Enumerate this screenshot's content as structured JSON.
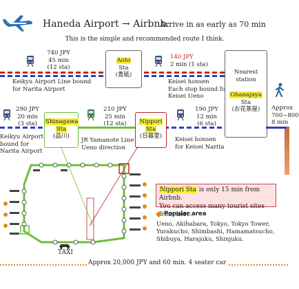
{
  "header": {
    "title": "Haneda Airport → Airbnb.",
    "arrive": "Arrive in as early as 70 min",
    "subtitle": "This is the simple and recommended route I think."
  },
  "top_route": {
    "seg1": {
      "price": "740 JPY",
      "time": "45 min",
      "stops": "(12 sta)",
      "line1": "Keikyu Airport Line bound",
      "line2": "for Narita Airport"
    },
    "aoto": {
      "name": "Aoto",
      "label": "Sta",
      "jp": "(青砥)"
    },
    "seg2": {
      "price": "140 JPY",
      "time": "2 min (1 sta)",
      "line1": "Keisei honsen",
      "line2": "Each stop bound for",
      "line3": "Keisei Ueno"
    }
  },
  "ohanajaya": {
    "pre1": "Nearest",
    "pre2": "station",
    "name": "Ohanajaya",
    "label": "Sta",
    "jp": "(お花茶屋)"
  },
  "walk": {
    "line1": "Approx",
    "line2": "700~800",
    "line3": "8 min"
  },
  "bottom_route": {
    "seg1": {
      "price": "290 JPY",
      "time": "20 min",
      "stops": "(3 sta)",
      "line1": "Keikyu Airport Line",
      "line2": "bound for",
      "line3": "Narita Airport"
    },
    "shinagawa": {
      "name": "Shinagawa",
      "label": "Sta",
      "jp": "(品川)"
    },
    "seg2": {
      "price": "210 JPY",
      "time": "25 min",
      "stops": "(12 sta)",
      "line1": "JR Yamanote Line",
      "line2": "Ueno direction"
    },
    "nippori": {
      "name": "Nippori",
      "label": "Sta",
      "jp": "(日暮里)"
    },
    "seg3": {
      "price": "190 JPY",
      "time": "12 min",
      "stops": "(6 sta)",
      "line1": "Keisei honsen",
      "line2": "for Keisei Narita"
    }
  },
  "note": {
    "highlight": "Nippori Sta",
    "rest": " is only 15 min from Airbnb.",
    "line2": "You can access many tourist sites from here."
  },
  "popular": {
    "label": "Popular area",
    "areas1": "Ueno, Akihabara, Tokyo, Tokyo Tower,",
    "areas2": "Yurakucho, Shimbashi, Hamamatsucho,",
    "areas3": "Shibuya, Harajuku, Shinjuku."
  },
  "taxi": {
    "label": "TAXI",
    "info": "Approx 20,000 JPY and 60 min. 4 seater car"
  },
  "colors": {
    "red": "#cc2222",
    "blue": "#2a3fbf",
    "green": "#6dbf3a",
    "highlight": "#f5ee3a"
  }
}
